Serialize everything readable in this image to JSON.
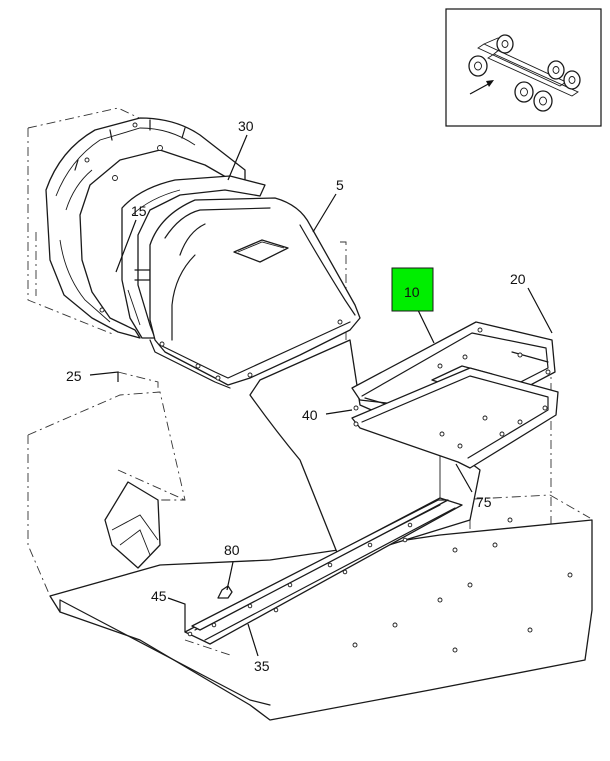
{
  "callouts": {
    "c5": "5",
    "c10": "10",
    "c15": "15",
    "c20": "20",
    "c25": "25",
    "c30": "30",
    "c35": "35",
    "c40": "40",
    "c45": "45",
    "c75": "75",
    "c80": "80"
  },
  "colors": {
    "highlight": "#00ee00",
    "line": "#1a1a1a",
    "background": "#ffffff"
  },
  "locator": {
    "icon": "tandem-axle-chassis-locator-icon"
  }
}
